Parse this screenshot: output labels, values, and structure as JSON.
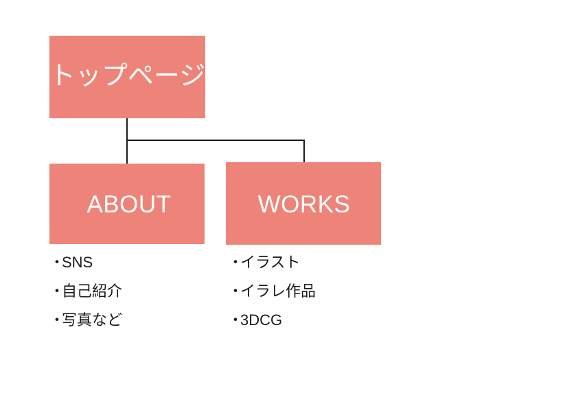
{
  "diagram": {
    "type": "site-map-tree",
    "background_color": "#ffffff",
    "node_color": "#ee8479",
    "node_text_color": "#ffffff",
    "connector_color": "#1a1a1a",
    "list_text_color": "#1a1a1a",
    "bullet_mark": "・",
    "root": {
      "label": "トップページ"
    },
    "children": [
      {
        "label": "ABOUT",
        "items": [
          "SNS",
          "自己紹介",
          "写真など"
        ]
      },
      {
        "label": "WORKS",
        "items": [
          "イラスト",
          "イラレ作品",
          "3DCG"
        ]
      }
    ]
  }
}
